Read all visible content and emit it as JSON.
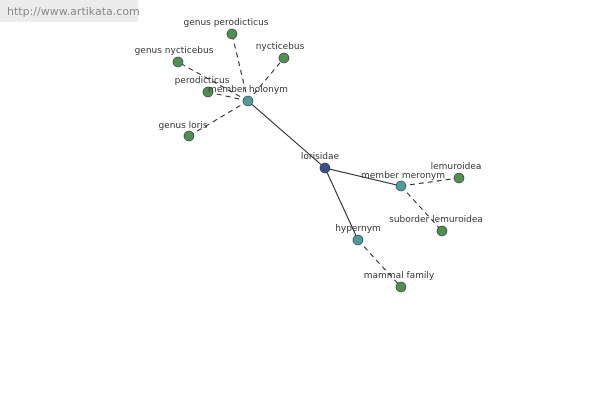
{
  "site": {
    "url": "http://www.artikata.com"
  },
  "colors": {
    "central": "#3b4f8a",
    "relation": "#4f9a9a",
    "leaf": "#4f8f52",
    "banner": "#ececec"
  },
  "graph": {
    "center": {
      "label": "lorisidae"
    },
    "relations": [
      {
        "id": "member-holonym",
        "label": "member holonym",
        "edge": "solid"
      },
      {
        "id": "member-meronym",
        "label": "member meronym",
        "edge": "solid"
      },
      {
        "id": "hypernym",
        "label": "hypernym",
        "edge": "solid"
      }
    ],
    "leaves": [
      {
        "id": "genus-perodicticus",
        "label": "genus perodicticus",
        "relation": "member-holonym",
        "edge": "dashed"
      },
      {
        "id": "genus-nycticebus",
        "label": "genus nycticebus",
        "relation": "member-holonym",
        "edge": "dashed"
      },
      {
        "id": "nycticebus",
        "label": "nycticebus",
        "relation": "member-holonym",
        "edge": "dashed"
      },
      {
        "id": "perodicticus",
        "label": "perodicticus",
        "relation": "member-holonym",
        "edge": "dashed"
      },
      {
        "id": "genus-loris",
        "label": "genus loris",
        "relation": "member-holonym",
        "edge": "dashed"
      },
      {
        "id": "lemuroidea",
        "label": "lemuroidea",
        "relation": "member-meronym",
        "edge": "dashed"
      },
      {
        "id": "suborder-lemuroidea",
        "label": "suborder lemuroidea",
        "relation": "member-meronym",
        "edge": "dashed"
      },
      {
        "id": "mammal-family",
        "label": "mammal family",
        "relation": "hypernym",
        "edge": "dashed"
      }
    ]
  }
}
